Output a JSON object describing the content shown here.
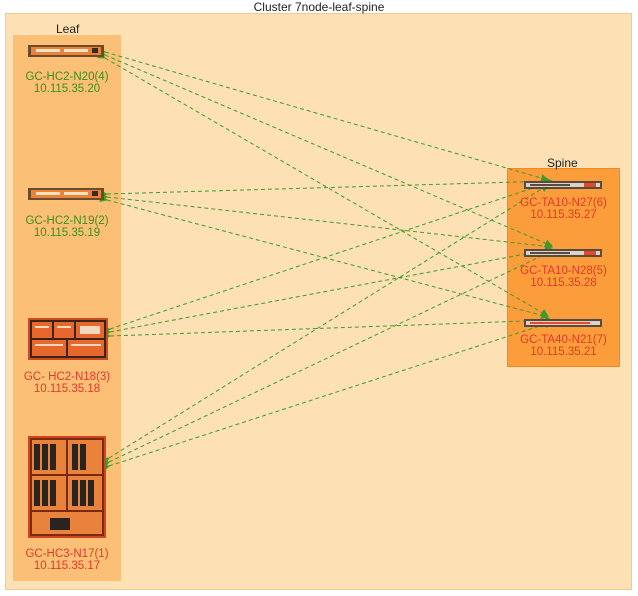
{
  "cluster": {
    "title": "Cluster 7node-leaf-spine"
  },
  "leaf": {
    "title": "Leaf",
    "nodes": [
      {
        "name": "GC-HC2-N20(4)",
        "ip": "10.115.35.20"
      },
      {
        "name": "GC-HC2-N19(2)",
        "ip": "10.115.35.19"
      },
      {
        "name": "GC- HC2-N18(3)",
        "ip": "10.115.35.18"
      },
      {
        "name": "GC-HC3-N17(1)",
        "ip": "10.115.35.17"
      }
    ]
  },
  "spine": {
    "title": "Spine",
    "nodes": [
      {
        "name": "GC-TA10-N27(6)",
        "ip": "10.115.35.27"
      },
      {
        "name": "GC-TA10-N28(5)",
        "ip": "10.115.35.28"
      },
      {
        "name": "GC-TA40-N21(7)",
        "ip": "10.115.35.21"
      }
    ]
  },
  "colors": {
    "healthy": "#3a8f1c",
    "alert": "#e3392a",
    "edge": "#3f9a2a"
  }
}
